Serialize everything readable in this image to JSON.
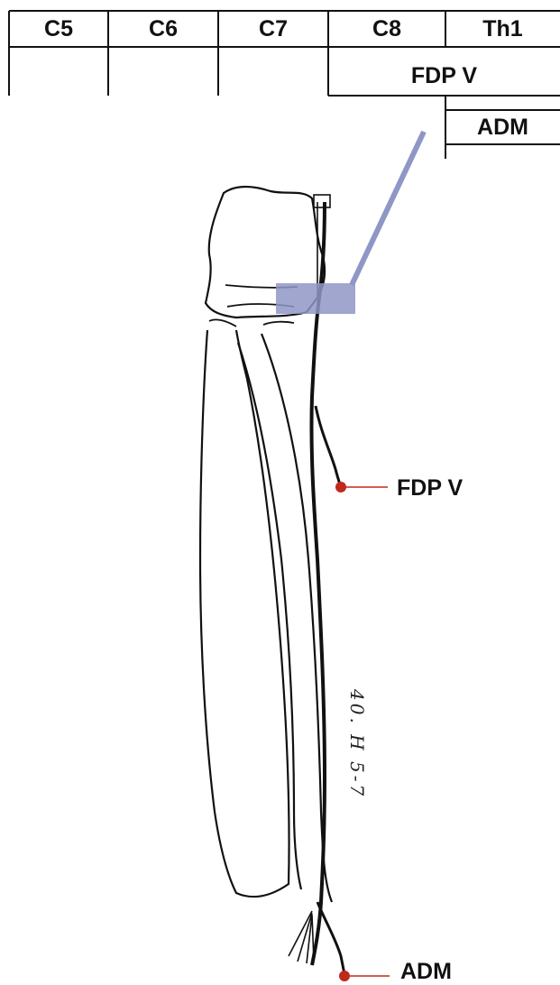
{
  "segments": [
    "C5",
    "C6",
    "C7",
    "C8",
    "Th1"
  ],
  "innervation_rows": [
    {
      "muscle": "FDP V",
      "segments": [
        "C8",
        "Th1"
      ]
    },
    {
      "muscle": "ADM",
      "segments": [
        "Th1"
      ]
    }
  ],
  "annotations": {
    "fdp_label": "FDP V",
    "adm_label": "ADM",
    "handwritten_note": "40. H 5-7"
  },
  "colors": {
    "highlight": "#8f97c6",
    "electrode": "#c0281c",
    "lines": "#111111"
  }
}
